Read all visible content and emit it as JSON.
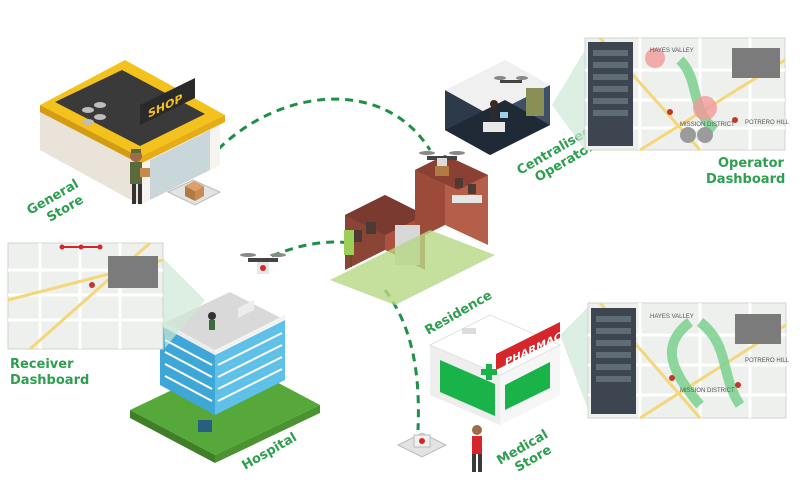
{
  "labels": {
    "general_store": [
      "General",
      "Store"
    ],
    "centralised_operator": [
      "Centralised",
      "Operator"
    ],
    "operator_dashboard": [
      "Operator",
      "Dashboard"
    ],
    "receiver_dashboard": [
      "Receiver",
      "Dashboard"
    ],
    "residence": "Residence",
    "hospital": "Hospital",
    "medical_store": [
      "Medical",
      "Store"
    ]
  },
  "signs": {
    "shop": "SHOP",
    "pharmacy": "PHARMACY"
  },
  "map_labels": {
    "top": [
      "HAYES VALLEY",
      "MISSION DISTRICT",
      "POTRERO HILL"
    ],
    "bottom": [
      "HAYES VALLEY",
      "MISSION DISTRICT",
      "POTRERO HILL"
    ]
  },
  "colors": {
    "accent": "#2e9e4f",
    "route": "#1e8f45",
    "roof": "#f4c21c",
    "brick": "#a04a3c",
    "pharmacy_red": "#d6262b",
    "pharmacy_green": "#19b34a"
  }
}
